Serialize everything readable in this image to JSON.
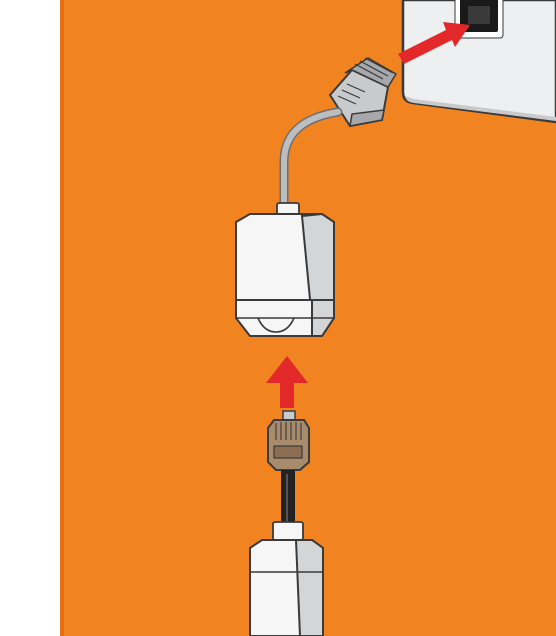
{
  "colors": {
    "page_background": "#ffffff",
    "wall": "#f28321",
    "wall_edge": "#e96e12",
    "wall_plate": "#eeeff0",
    "jack": "#1a1a1a",
    "arrow": "#e3282a",
    "adapter_body": "#f6f6f6",
    "adapter_side": "#d4d5d7",
    "plug_clear": "#c9cacc",
    "plug_orange": "#a88b6c",
    "cable_gray": "#bcbdbf",
    "cable_black": "#222222",
    "outline": "#3a3a3a"
  },
  "steps": [
    {
      "order": 1,
      "component": "telephone-plug",
      "direction": "up",
      "target": "adapter-socket"
    },
    {
      "order": 2,
      "component": "adapter-plug",
      "direction": "into-wall",
      "target": "wall-phone-jack"
    }
  ],
  "icons": [
    "wall-jack-icon",
    "insert-arrow-icon",
    "rj11-plug-icon",
    "adapter-icon",
    "cable-icon"
  ]
}
